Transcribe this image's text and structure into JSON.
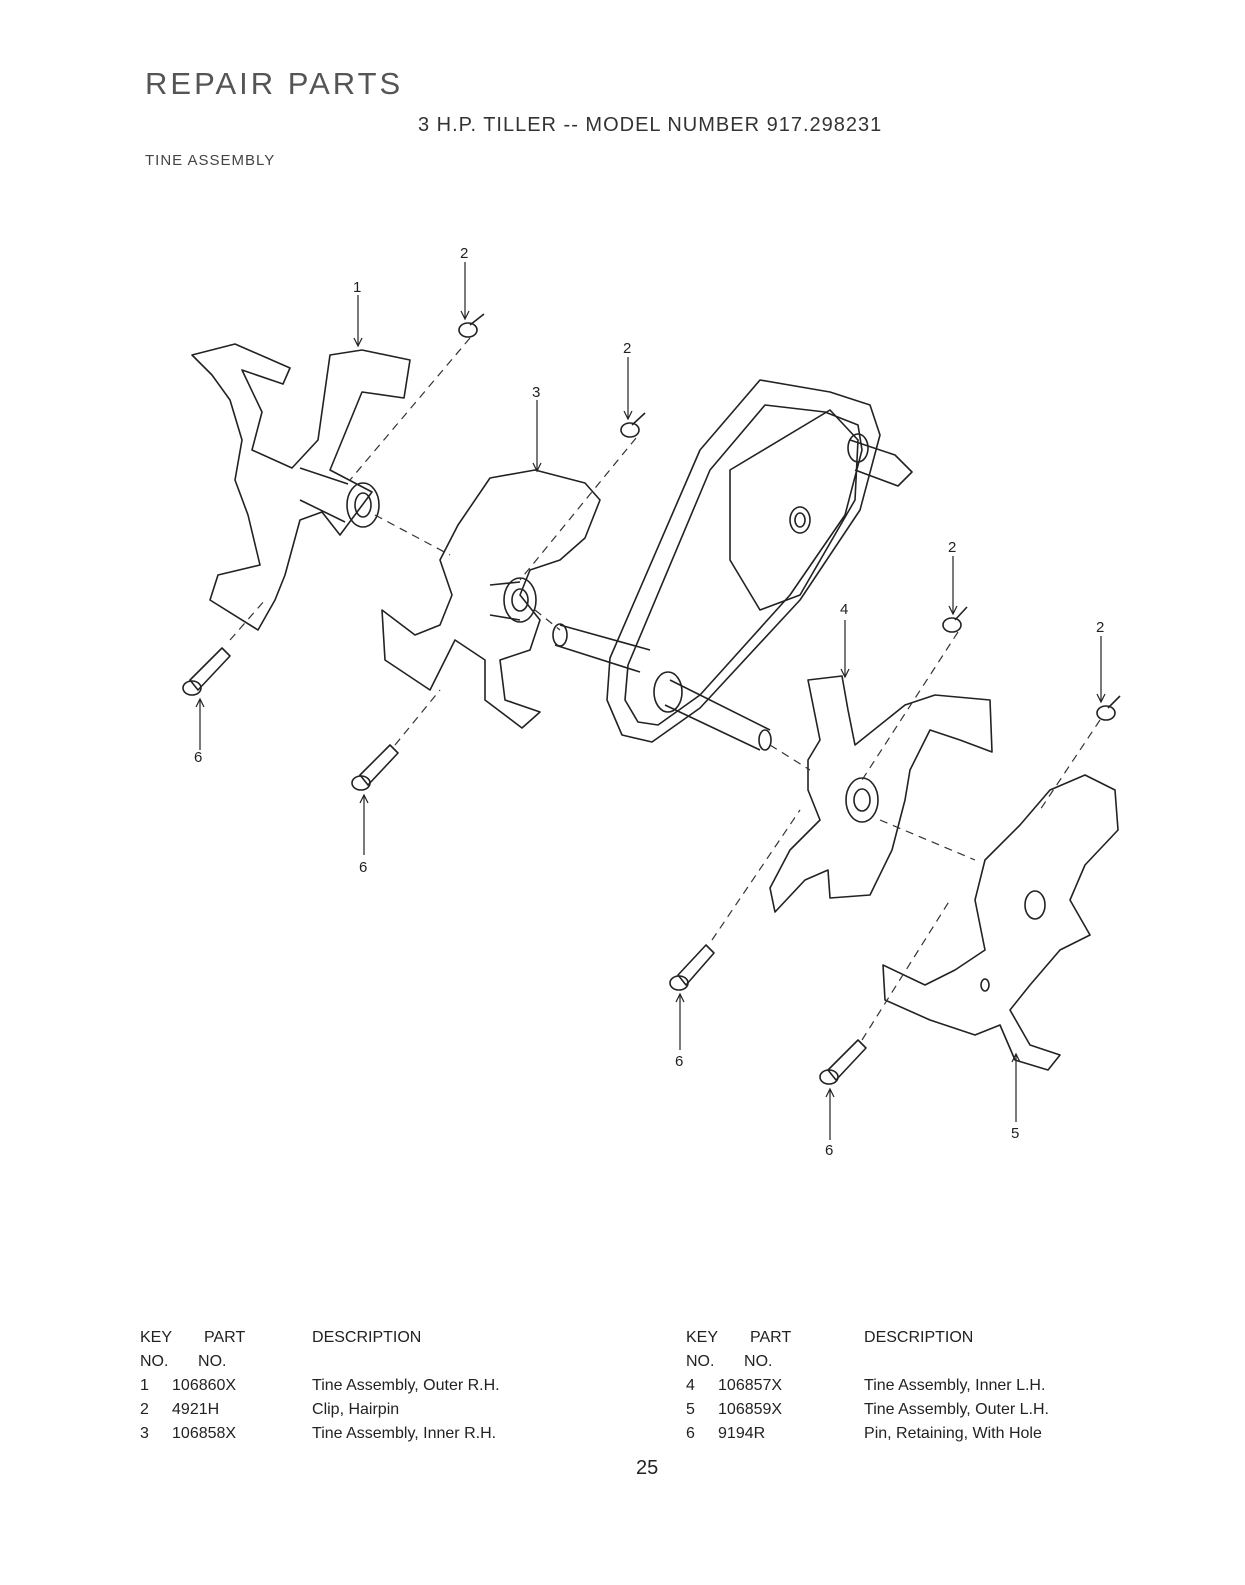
{
  "header": {
    "title": "REPAIR PARTS",
    "subtitle": "3 H.P. TILLER -- MODEL NUMBER 917.298231",
    "section": "TINE ASSEMBLY"
  },
  "diagram": {
    "callouts": {
      "label_1": "1",
      "label_2": "2",
      "label_3": "3",
      "label_4": "4",
      "label_5": "5",
      "label_6": "6"
    }
  },
  "table": {
    "headers": {
      "key_line1": "KEY",
      "key_line2": "NO.",
      "part_line1": "PART",
      "part_line2": "NO.",
      "description": "DESCRIPTION"
    },
    "rows": [
      {
        "key": "1",
        "part": "106860X",
        "description": "Tine Assembly, Outer R.H."
      },
      {
        "key": "2",
        "part": "4921H",
        "description": "Clip, Hairpin"
      },
      {
        "key": "3",
        "part": "106858X",
        "description": "Tine Assembly, Inner R.H."
      },
      {
        "key": "4",
        "part": "106857X",
        "description": "Tine Assembly, Inner L.H."
      },
      {
        "key": "5",
        "part": "106859X",
        "description": "Tine Assembly, Outer L.H."
      },
      {
        "key": "6",
        "part": "9194R",
        "description": "Pin, Retaining, With Hole"
      }
    ]
  },
  "footer": {
    "page_number": "25"
  }
}
